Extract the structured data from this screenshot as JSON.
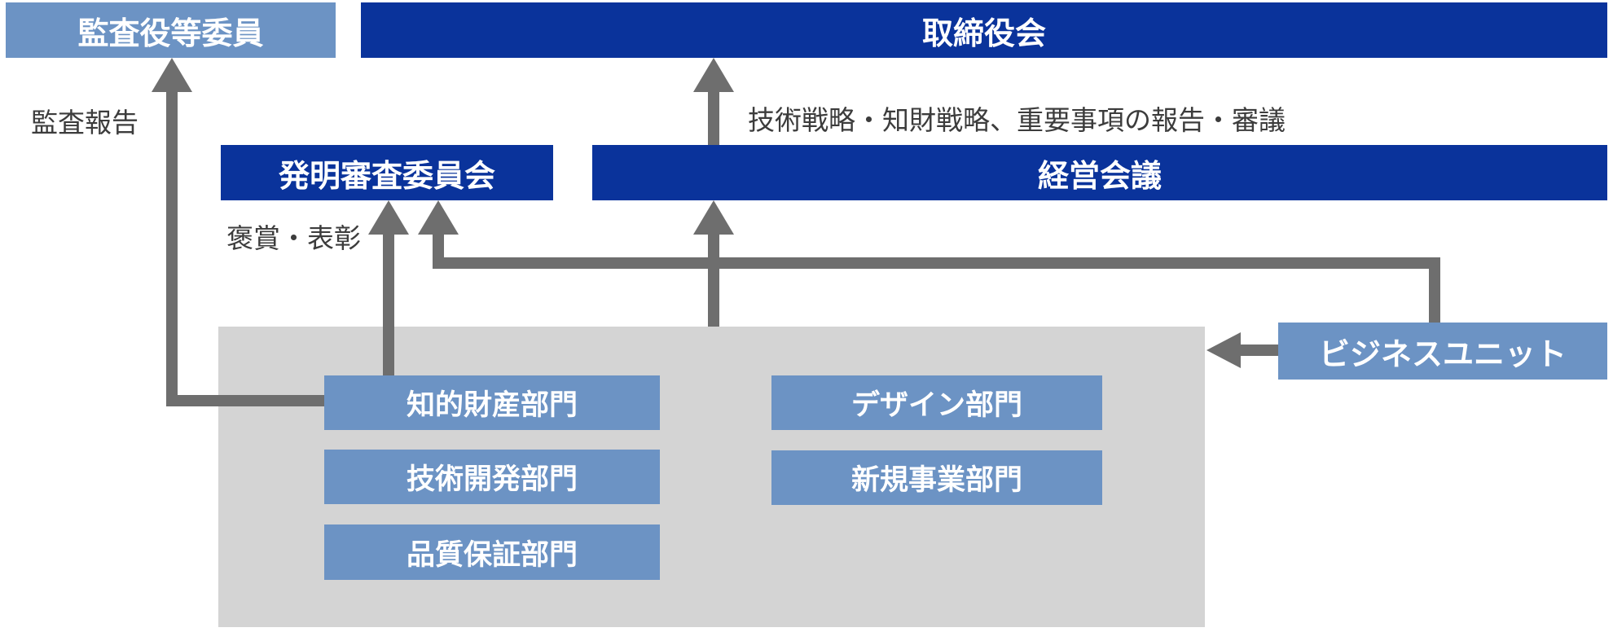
{
  "palette": {
    "dark_blue": "#0A339B",
    "light_blue": "#6C93C4",
    "gray_panel": "#D4D4D4",
    "arrow_gray": "#6E6E6E",
    "label_text": "#3C3C3C",
    "box_text": "#FFFFFF"
  },
  "nodes": {
    "audit_committee": "監査役等委員",
    "board": "取締役会",
    "invention_committee": "発明審査委員会",
    "management_meeting": "経営会議",
    "business_unit": "ビジネスユニット",
    "departments_left": [
      "知的財産部門",
      "技術開発部門",
      "品質保証部門"
    ],
    "departments_right": [
      "デザイン部門",
      "新規事業部門"
    ]
  },
  "labels": {
    "audit_report": "監査報告",
    "board_report": "技術戦略・知財戦略、重要事項の報告・審議",
    "award": "褒賞・表彰"
  }
}
